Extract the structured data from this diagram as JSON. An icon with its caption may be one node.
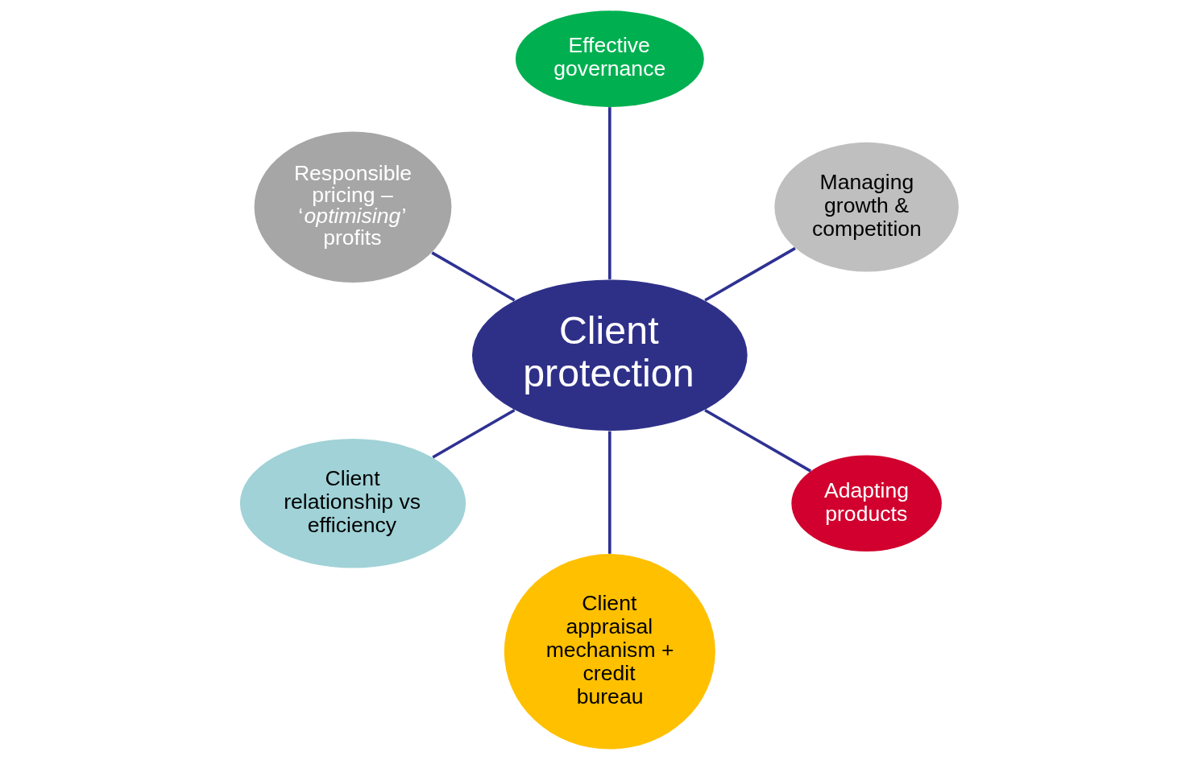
{
  "diagram": {
    "nodes": [
      {
        "text": [
          "Client protection"
        ]
      },
      {
        "text": [
          "Managing growth & competition"
        ]
      },
      {
        "text": [
          "Effective governance"
        ]
      },
      {
        "text": [
          "Responsible pricing – ‘*optimising*’ profits"
        ]
      },
      {
        "text": [
          "Client relationship vs efficiency"
        ]
      },
      {
        "text": [
          "Client appraisal mechanism + credit bureau"
        ]
      },
      {
        "text": [
          "Adapting products"
        ]
      }
    ],
    "edges": [
      {
        "from": 0,
        "to": 1,
        "arrow": "none"
      },
      {
        "from": 0,
        "to": 2,
        "arrow": "none"
      },
      {
        "from": 0,
        "to": 3,
        "arrow": "none"
      },
      {
        "from": 0,
        "to": 4,
        "arrow": "none"
      },
      {
        "from": 0,
        "to": 5,
        "arrow": "none"
      },
      {
        "from": 0,
        "to": 6,
        "arrow": "none"
      }
    ]
  }
}
